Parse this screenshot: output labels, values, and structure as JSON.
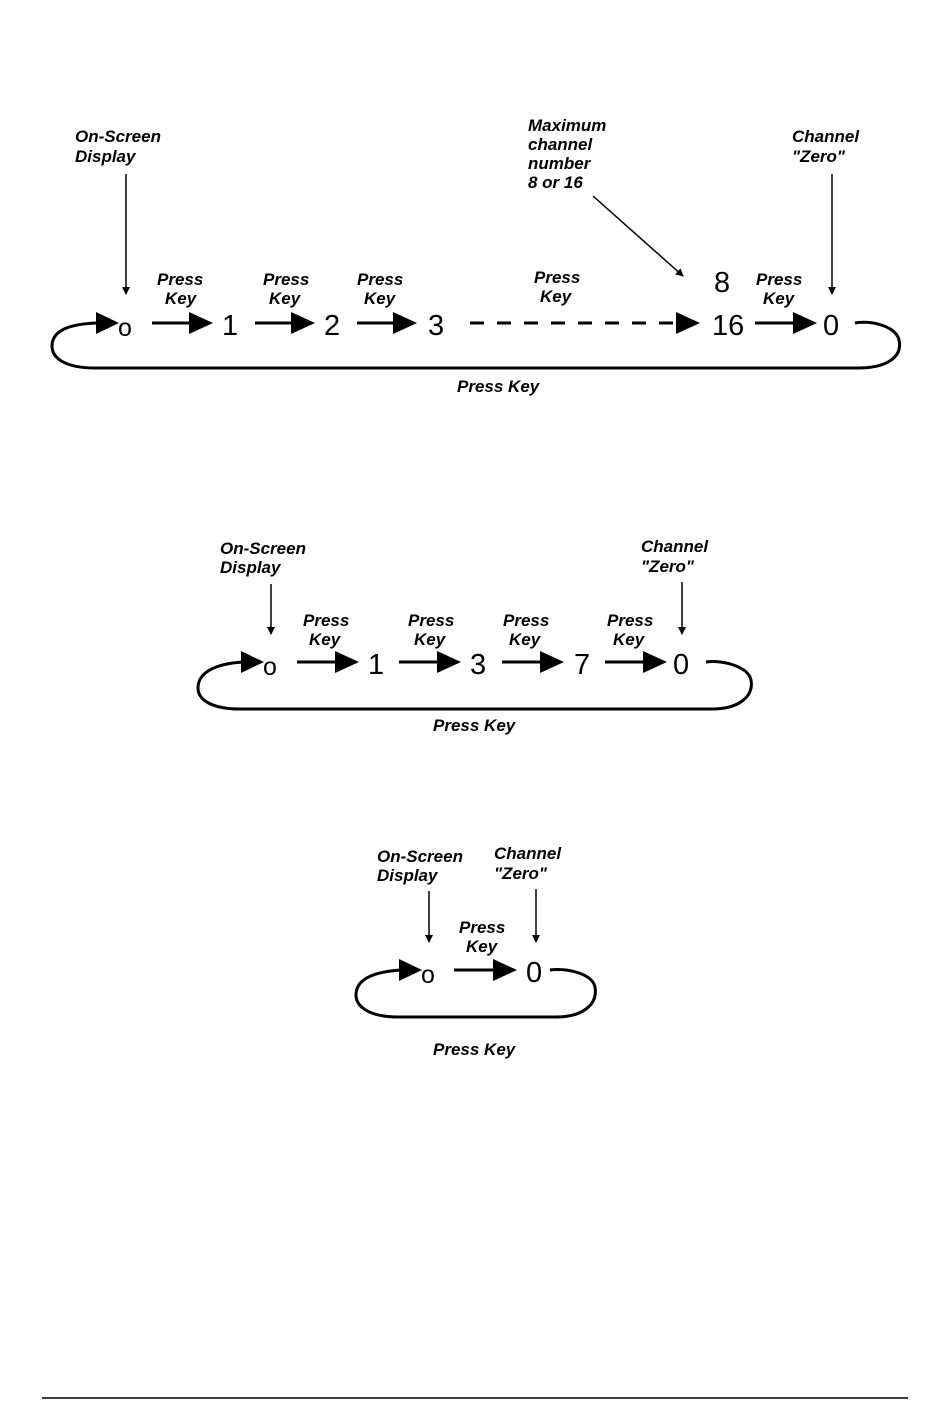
{
  "labels": {
    "on_screen": [
      "On-Screen",
      "Display"
    ],
    "channel_zero": [
      "Channel",
      "\"Zero\""
    ],
    "max_channel": [
      "Maximum",
      "channel",
      "number",
      "8 or 16"
    ],
    "press": "Press",
    "key": "Key",
    "press_key": "Press Key"
  },
  "diagram1": {
    "display": "o",
    "steps": [
      "1",
      "2",
      "3"
    ],
    "max_top": "8",
    "max_bottom": "16",
    "zero": "0"
  },
  "diagram2": {
    "display": "o",
    "steps": [
      "1",
      "3",
      "7"
    ],
    "zero": "0"
  },
  "diagram3": {
    "display": "o",
    "zero": "0"
  }
}
